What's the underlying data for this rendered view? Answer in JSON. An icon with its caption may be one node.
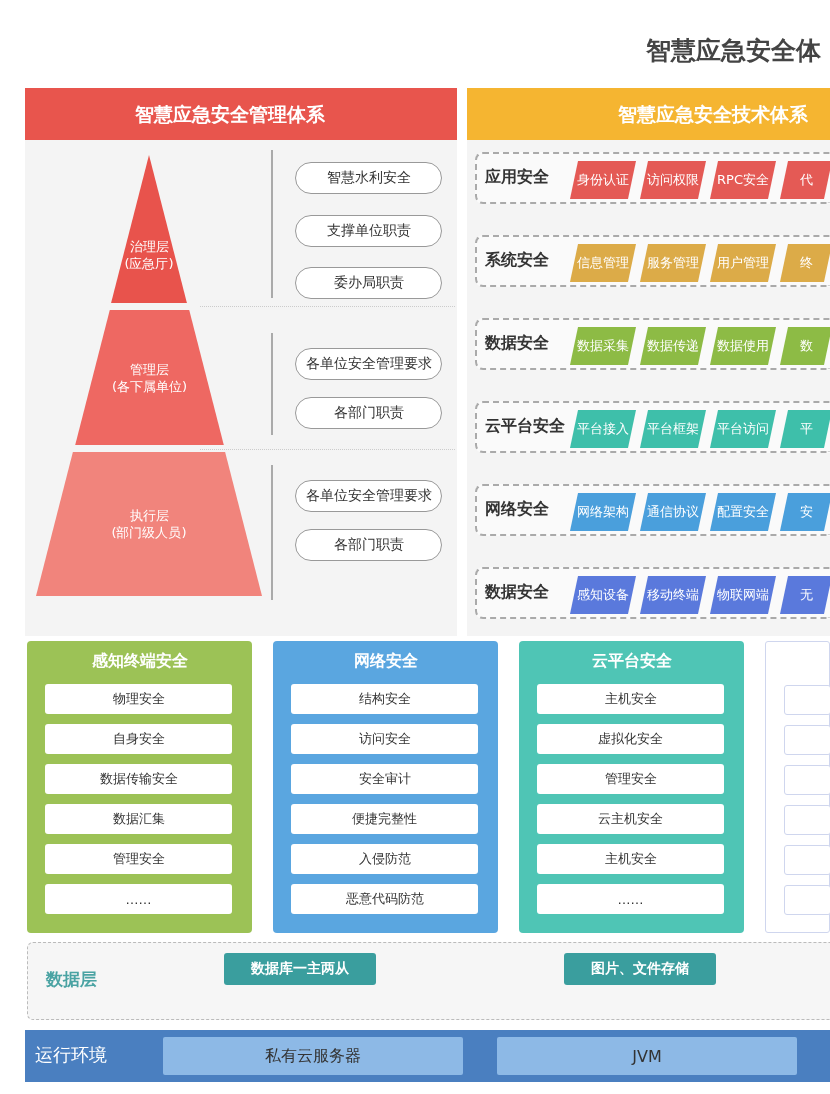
{
  "diagram": {
    "title": "智慧应急安全体",
    "nodes": [
      {
        "text": [
          "智慧应急安全管理体系"
        ]
      },
      {
        "text": [
          "治理层 (应急厅)"
        ],
        "in": 0
      },
      {
        "text": [
          "管理层 (各下属单位)"
        ],
        "in": 0
      },
      {
        "text": [
          "执行层 (部门级人员)"
        ],
        "in": 0
      },
      {
        "text": [
          "智慧水利安全"
        ],
        "in": 0
      },
      {
        "text": [
          "支撑单位职责"
        ],
        "in": 0
      },
      {
        "text": [
          "委办局职责"
        ],
        "in": 0
      },
      {
        "text": [
          "各单位安全管理要求"
        ],
        "in": 0
      },
      {
        "text": [
          "各部门职责"
        ],
        "in": 0
      },
      {
        "text": [
          "各单位安全管理要求"
        ],
        "in": 0
      },
      {
        "text": [
          "各部门职责"
        ],
        "in": 0
      },
      {
        "text": [
          "智慧应急安全技术体系"
        ]
      },
      {
        "text": [
          "应用安全"
        ],
        "in": 11
      },
      {
        "text": [
          "身份认证"
        ],
        "in": 12
      },
      {
        "text": [
          "访问权限"
        ],
        "in": 12
      },
      {
        "text": [
          "RPC安全"
        ],
        "in": 12
      },
      {
        "text": [
          "代"
        ],
        "in": 12
      },
      {
        "text": [
          "系统安全"
        ],
        "in": 11
      },
      {
        "text": [
          "信息管理"
        ],
        "in": 17
      },
      {
        "text": [
          "服务管理"
        ],
        "in": 17
      },
      {
        "text": [
          "用户管理"
        ],
        "in": 17
      },
      {
        "text": [
          "终"
        ],
        "in": 17
      },
      {
        "text": [
          "数据安全"
        ],
        "in": 11
      },
      {
        "text": [
          "数据采集"
        ],
        "in": 22
      },
      {
        "text": [
          "数据传递"
        ],
        "in": 22
      },
      {
        "text": [
          "数据使用"
        ],
        "in": 22
      },
      {
        "text": [
          "数"
        ],
        "in": 22
      },
      {
        "text": [
          "云平台安全"
        ],
        "in": 11
      },
      {
        "text": [
          "平台接入"
        ],
        "in": 27
      },
      {
        "text": [
          "平台框架"
        ],
        "in": 27
      },
      {
        "text": [
          "平台访问"
        ],
        "in": 27
      },
      {
        "text": [
          "平"
        ],
        "in": 27
      },
      {
        "text": [
          "网络安全"
        ],
        "in": 11
      },
      {
        "text": [
          "网络架构"
        ],
        "in": 32
      },
      {
        "text": [
          "通信协议"
        ],
        "in": 32
      },
      {
        "text": [
          "配置安全"
        ],
        "in": 32
      },
      {
        "text": [
          "安"
        ],
        "in": 32
      },
      {
        "text": [
          "数据安全"
        ],
        "in": 11
      },
      {
        "text": [
          "感知设备"
        ],
        "in": 37
      },
      {
        "text": [
          "移动终端"
        ],
        "in": 37
      },
      {
        "text": [
          "物联网端"
        ],
        "in": 37
      },
      {
        "text": [
          "无"
        ],
        "in": 37
      },
      {
        "text": [
          "感知终端安全"
        ]
      },
      {
        "text": [
          "物理安全"
        ],
        "in": 42
      },
      {
        "text": [
          "自身安全"
        ],
        "in": 42
      },
      {
        "text": [
          "数据传输安全"
        ],
        "in": 42
      },
      {
        "text": [
          "数据汇集"
        ],
        "in": 42
      },
      {
        "text": [
          "管理安全"
        ],
        "in": 42
      },
      {
        "text": [
          "……"
        ],
        "in": 42
      },
      {
        "text": [
          "网络安全"
        ]
      },
      {
        "text": [
          "结构安全"
        ],
        "in": 49
      },
      {
        "text": [
          "访问安全"
        ],
        "in": 49
      },
      {
        "text": [
          "安全审计"
        ],
        "in": 49
      },
      {
        "text": [
          "便捷完整性"
        ],
        "in": 49
      },
      {
        "text": [
          "入侵防范"
        ],
        "in": 49
      },
      {
        "text": [
          "恶意代码防范"
        ],
        "in": 49
      },
      {
        "text": [
          "云平台安全"
        ]
      },
      {
        "text": [
          "主机安全"
        ],
        "in": 56
      },
      {
        "text": [
          "虚拟化安全"
        ],
        "in": 56
      },
      {
        "text": [
          "管理安全"
        ],
        "in": 56
      },
      {
        "text": [
          "云主机安全"
        ],
        "in": 56
      },
      {
        "text": [
          "主机安全"
        ],
        "in": 56
      },
      {
        "text": [
          "……"
        ],
        "in": 56
      },
      {
        "text": [],
        "shape": "box"
      },
      {
        "text": [],
        "shape": "box",
        "in": 63
      },
      {
        "text": [],
        "shape": "box",
        "in": 63
      },
      {
        "text": [],
        "shape": "box",
        "in": 63
      },
      {
        "text": [],
        "shape": "box",
        "in": 63
      },
      {
        "text": [],
        "shape": "box",
        "in": 63
      },
      {
        "text": [],
        "shape": "box",
        "in": 63
      },
      {
        "text": [
          "数据层"
        ]
      },
      {
        "text": [
          "数据库一主两从"
        ],
        "in": 70
      },
      {
        "text": [
          "图片、文件存储"
        ],
        "in": 70
      },
      {
        "text": [
          "运行环境"
        ]
      },
      {
        "text": [
          "私有云服务器"
        ],
        "in": 73
      },
      {
        "text": [
          "JVM"
        ],
        "in": 73
      }
    ],
    "edges": []
  }
}
